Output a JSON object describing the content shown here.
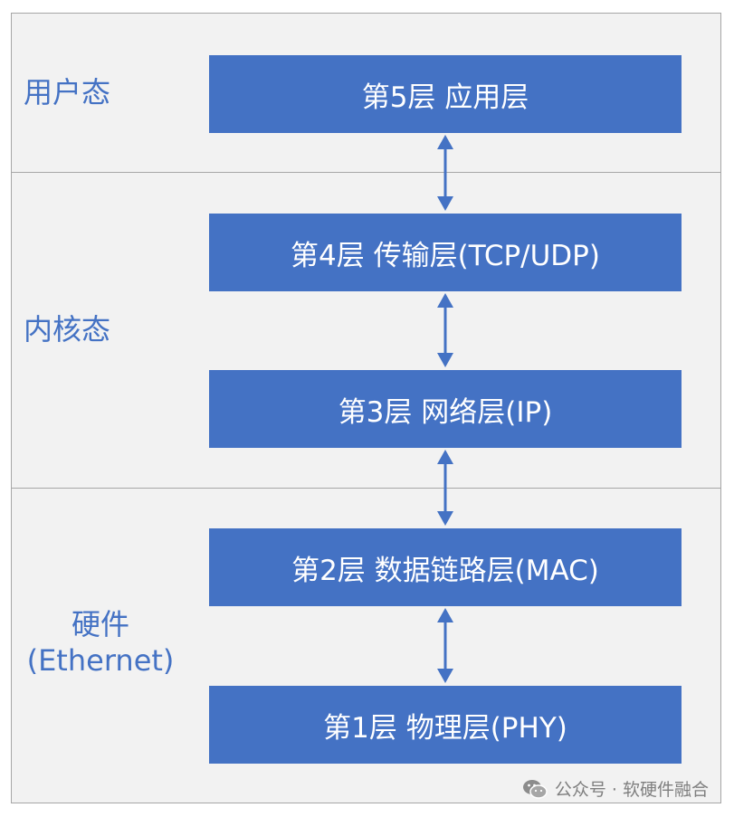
{
  "regions": {
    "user": "用户态",
    "kernel": "内核态",
    "hardware_line1": "硬件",
    "hardware_line2": "(Ethernet)"
  },
  "layers": [
    {
      "label": "第5层 应用层"
    },
    {
      "label": "第4层 传输层(TCP/UDP)"
    },
    {
      "label": "第3层 网络层(IP)"
    },
    {
      "label": "第2层 数据链路层(MAC)"
    },
    {
      "label": "第1层 物理层(PHY)"
    }
  ],
  "watermark": {
    "text": "公众号 · 软硬件融合",
    "icon": "wechat-icon"
  },
  "colors": {
    "box": "#4472c4",
    "region_fill": "#f2f2f2",
    "region_border": "#a6a6a6",
    "label_text": "#4472c4"
  }
}
